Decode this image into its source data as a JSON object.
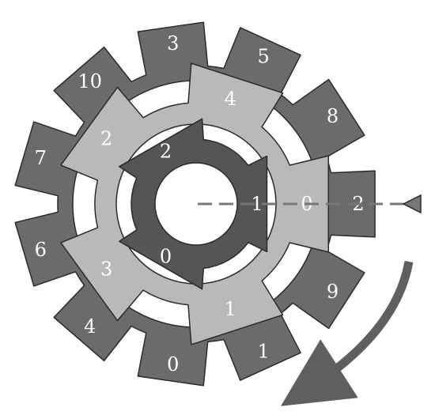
{
  "colors": {
    "outer_gear": "#6b6b6b",
    "middle_gear": "#b9b9b9",
    "inner_gear": "#555555",
    "outline": "#2b2b2b",
    "pointer_line": "#777777",
    "rotation_arrow": "#5f5f5f"
  },
  "outer_gear": {
    "labels": [
      "2",
      "8",
      "5",
      "3",
      "10",
      "7",
      "6",
      "4",
      "0",
      "1",
      "9"
    ]
  },
  "middle_gear": {
    "labels": [
      "0",
      "4",
      "2",
      "3",
      "1"
    ]
  },
  "inner_gear": {
    "labels": [
      "1",
      "2",
      "0"
    ]
  },
  "pointer": {
    "icon": "triangle-pointer-icon"
  },
  "rotation": {
    "direction": "clockwise",
    "icon": "curved-arrow-icon"
  }
}
